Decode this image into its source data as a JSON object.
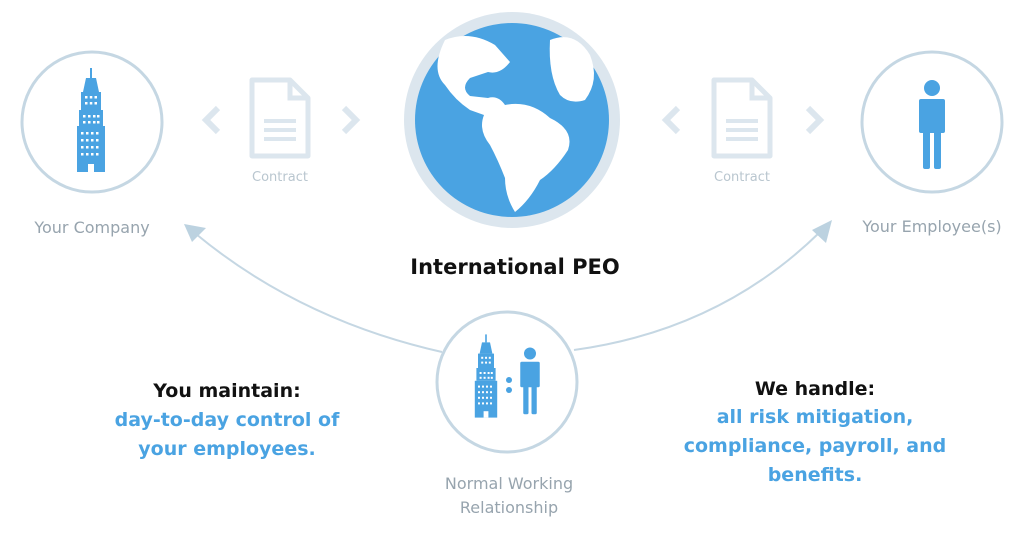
{
  "colors": {
    "accent": "#4aa3e2",
    "ring": "#c5d7e3",
    "faint": "#dce6ee",
    "label": "#97a4ae"
  },
  "company": {
    "label": "Your Company",
    "icon": "building-icon"
  },
  "employee": {
    "label": "Your Employee(s)",
    "icon": "person-icon"
  },
  "contracts": [
    {
      "label": "Contract",
      "icon": "document-icon"
    },
    {
      "label": "Contract",
      "icon": "document-icon"
    }
  ],
  "center": {
    "label": "International PEO",
    "icon": "globe-icon"
  },
  "relationship": {
    "line1": "Normal Working",
    "line2": "Relationship"
  },
  "left_note": {
    "heading": "You maintain:",
    "lines": [
      "day-to-day control of",
      "your employees."
    ]
  },
  "right_note": {
    "heading": "We handle:",
    "lines": [
      "all risk mitigation,",
      "compliance, payroll, and",
      "benefits."
    ]
  }
}
